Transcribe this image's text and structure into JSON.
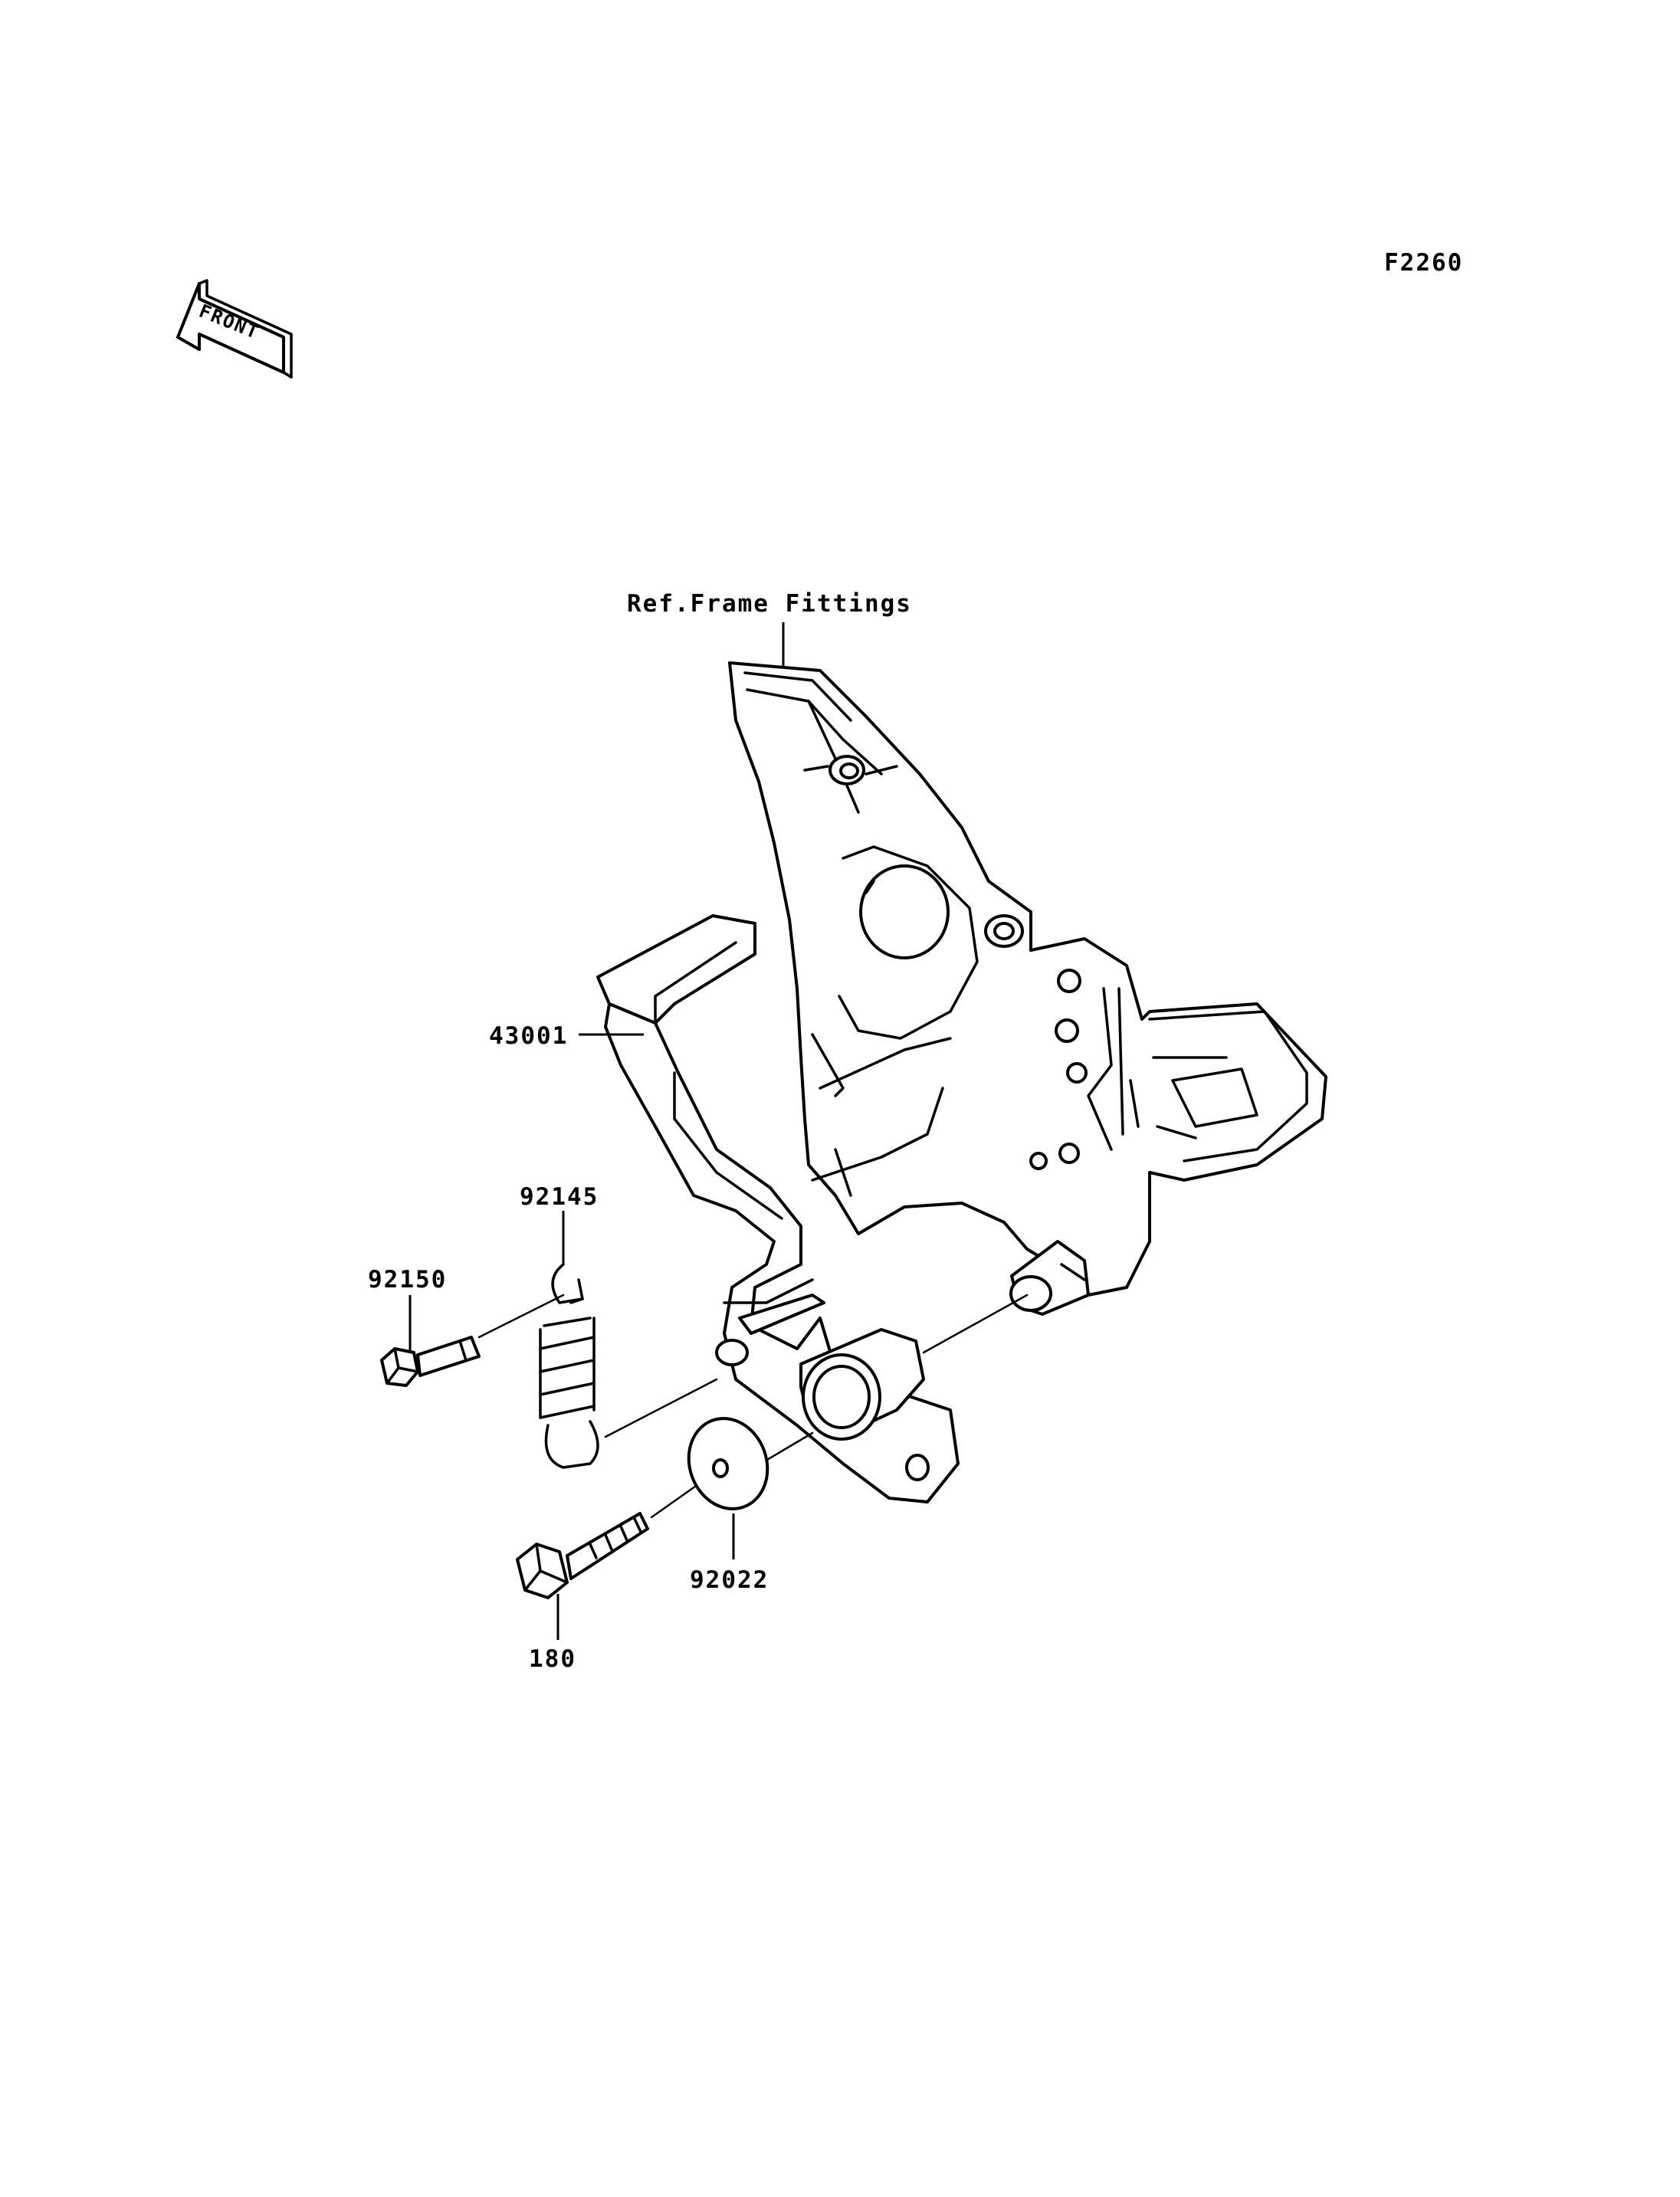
{
  "diagram_code": "F2260",
  "front_badge": "FRONT",
  "reference_label": "Ref.Frame Fittings",
  "callouts": {
    "brake_pedal": "43001",
    "spring": "92145",
    "spring_bolt": "92150",
    "washer": "92022",
    "pivot_bolt": "180"
  }
}
